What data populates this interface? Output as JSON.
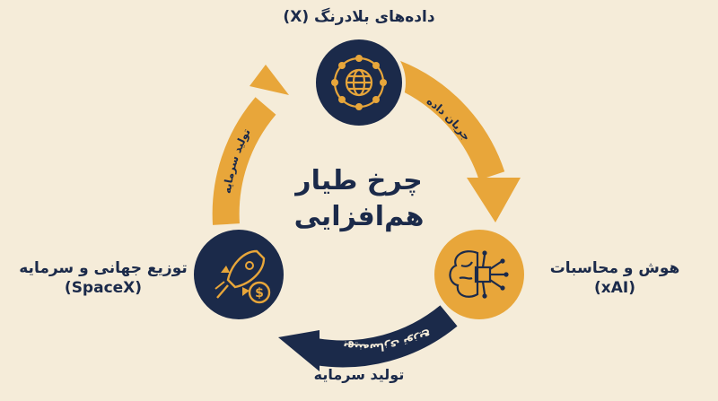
{
  "title": {
    "line1": "چرخ طیار",
    "line2": "هم‌افزایی"
  },
  "nodes": {
    "top": {
      "line1": "داده‌های بلادرنگ (X)",
      "icon": "globe-network-icon"
    },
    "right": {
      "line1": "هوش و محاسبات",
      "line2": "(xAI)",
      "icon": "brain-circuit-icon"
    },
    "left": {
      "line1": "توزیع جهانی و سرمایه",
      "line2": "(SpaceX)",
      "icon": "rocket-dollar-icon"
    }
  },
  "arrows": {
    "top_right": "جریان داده",
    "bottom": "بهینه‌سازی توزیع",
    "left_top": "تولید سرمایه"
  },
  "bottom_caption": "تولید سرمایه",
  "colors": {
    "background": "#f5ecd9",
    "navy": "#1b2a4a",
    "gold": "#e8a63a"
  }
}
